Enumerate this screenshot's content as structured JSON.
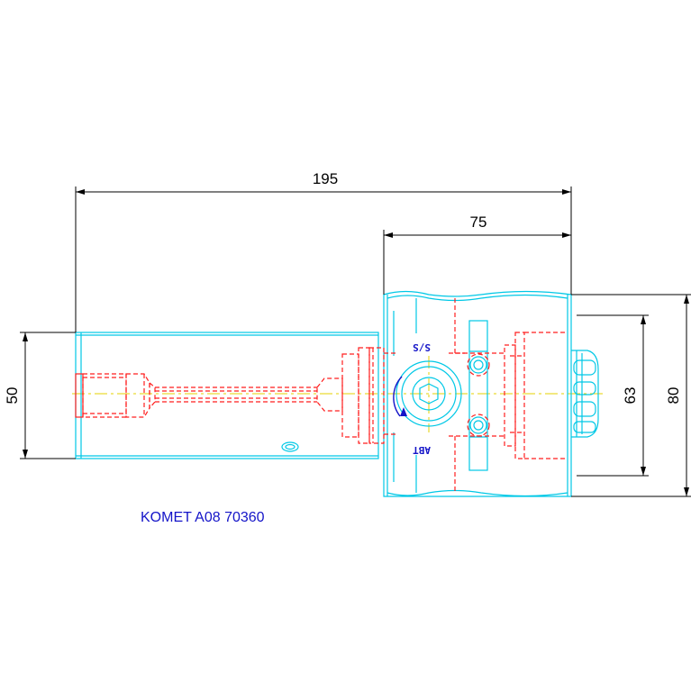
{
  "drawing": {
    "label": "KOMET A08 70360",
    "engraving_top": "S/S",
    "engraving_bottom": "ABT",
    "dimensions": {
      "overall_length": "195",
      "head_length": "75",
      "shank_diameter": "50",
      "inner_diameter": "63",
      "outer_diameter": "80"
    },
    "colors": {
      "outline": "#00c8e6",
      "hidden": "#ff1e1e",
      "centerline": "#e6d200",
      "dimension": "#000000",
      "text": "#1414c8"
    }
  }
}
